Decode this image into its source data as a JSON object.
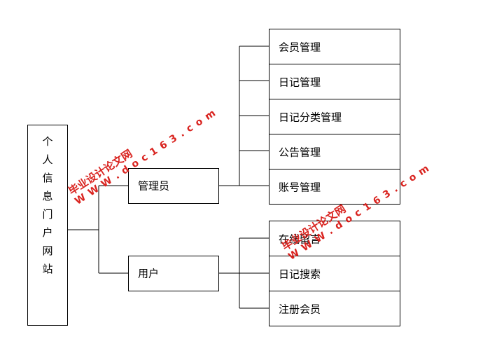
{
  "root": {
    "label": "个人信息门户网站"
  },
  "admin": {
    "label": "管理员",
    "items": [
      "会员管理",
      "日记管理",
      "日记分类管理",
      "公告管理",
      "账号管理"
    ]
  },
  "user": {
    "label": "用户",
    "items": [
      "在线留言",
      "日记搜索",
      "注册会员"
    ]
  },
  "watermark": {
    "line1": "毕业设计论文网",
    "line2": "W W W . d o c 1 6 3 . c o m"
  }
}
